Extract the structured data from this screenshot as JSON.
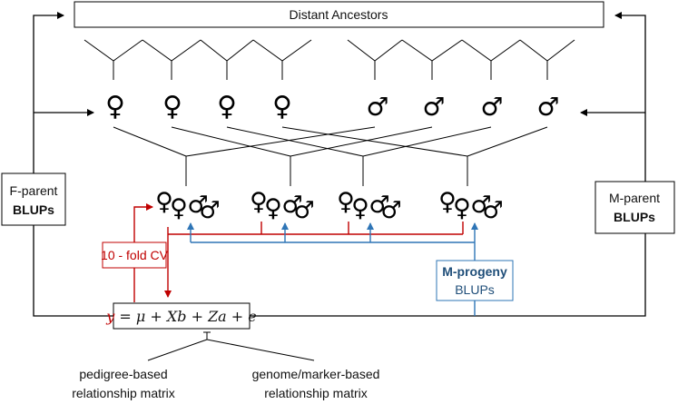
{
  "ancestors": {
    "label": "Distant Ancestors"
  },
  "female_symbol": "♀",
  "male_symbol": "♂",
  "f_parent": {
    "line1": "F-parent",
    "line2": "BLUPs"
  },
  "m_parent": {
    "line1": "M-parent",
    "line2": "BLUPs"
  },
  "cv": {
    "label": "10 - fold CV"
  },
  "m_progeny": {
    "line1": "M-progeny",
    "line2": "BLUPs"
  },
  "equation": {
    "y": "y",
    "eq": " = ",
    "mu": "μ",
    "plus1": " + ",
    "xb": "Xb",
    "plus2": " + ",
    "za": "Za",
    "plus3": " + ",
    "e": "e"
  },
  "pedigree_matrix": {
    "line1": "pedigree-based",
    "line2": "relationship matrix"
  },
  "genome_matrix": {
    "line1": "genome/marker-based",
    "line2": "relationship matrix"
  },
  "colors": {
    "red": "#c00000",
    "blue": "#2e75b6",
    "black": "#000000",
    "box_blue": "#1f4e79"
  }
}
